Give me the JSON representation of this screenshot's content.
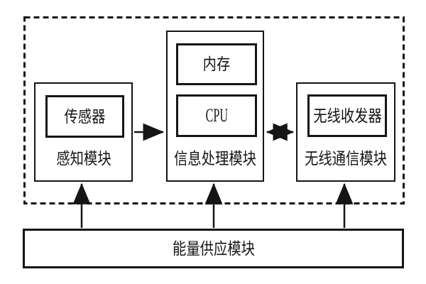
{
  "page": {
    "background": "#ffffff",
    "line_color": "#151515"
  },
  "diagram": {
    "sensing_module": {
      "label": "感知模块",
      "sensor_label": "传感器"
    },
    "processing_module": {
      "label": "信息处理模块",
      "memory_label": "内存",
      "cpu_label": "CPU"
    },
    "wireless_module": {
      "label": "无线通信模块",
      "transceiver_label": "无线收发器"
    },
    "power_module": {
      "label": "能量供应模块"
    },
    "arrows": [
      {
        "name": "sensing-to-processing",
        "type": "single",
        "direction": "right"
      },
      {
        "name": "processing-wireless-bidirectional",
        "type": "double",
        "direction": "horizontal"
      },
      {
        "name": "power-to-sensing",
        "type": "single",
        "direction": "up"
      },
      {
        "name": "power-to-processing",
        "type": "single",
        "direction": "up"
      },
      {
        "name": "power-to-wireless",
        "type": "single",
        "direction": "up"
      }
    ]
  }
}
